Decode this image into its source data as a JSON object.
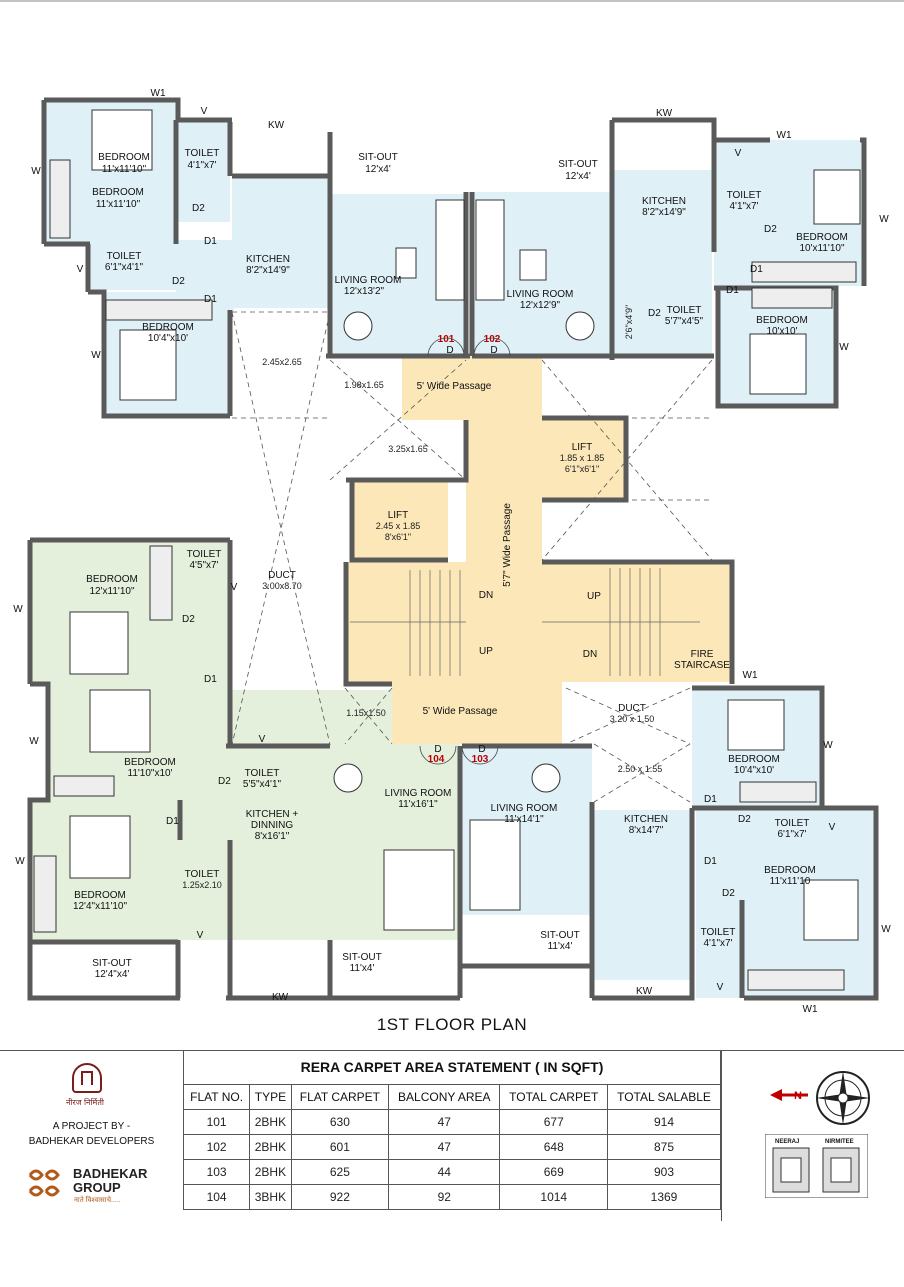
{
  "plan": {
    "title": "1ST FLOOR PLAN",
    "windows": {
      "w": "W",
      "w1": "W1",
      "v": "V",
      "kw": "KW"
    },
    "doors": {
      "d": "D",
      "d1": "D1",
      "d2": "D2"
    },
    "flat_101": {
      "no": "101",
      "bedroom_1": {
        "name": "BEDROOM",
        "size": "11'x11'10\""
      },
      "bedroom_2": {
        "name": "BEDROOM",
        "size": "10'4\"x10'"
      },
      "toilet_1": {
        "name": "TOILET",
        "size": "4'1\"x7'"
      },
      "toilet_2": {
        "name": "TOILET",
        "size": "6'1\"x4'1\""
      },
      "kitchen": {
        "name": "KITCHEN",
        "size": "8'2\"x14'9\""
      },
      "sitout": {
        "name": "SIT-OUT",
        "size": "12'x4'"
      },
      "living": {
        "name": "LIVING ROOM",
        "size": "12'x13'2\""
      }
    },
    "flat_102": {
      "no": "102",
      "sitout": {
        "name": "SIT-OUT",
        "size": "12'x4'"
      },
      "living": {
        "name": "LIVING ROOM",
        "size": "12'x12'9\""
      },
      "kitchen": {
        "name": "KITCHEN",
        "size": "8'2\"x14'9\""
      },
      "toilet_1": {
        "name": "TOILET",
        "size": "4'1\"x7'"
      },
      "toilet_2": {
        "name": "TOILET",
        "size": "5'7\"x4'5\""
      },
      "toilet_2_alt": "2'6\"x4'9\"",
      "bedroom_1": {
        "name": "BEDROOM",
        "size": "10'x11'10\""
      },
      "bedroom_2": {
        "name": "BEDROOM",
        "size": "10'x10'"
      }
    },
    "flat_103": {
      "no": "103",
      "living": {
        "name": "LIVING ROOM",
        "size": "11'x14'1\""
      },
      "sitout": {
        "name": "SIT-OUT",
        "size": "11'x4'"
      },
      "kitchen": {
        "name": "KITCHEN",
        "size": "8'x14'7\""
      },
      "bedroom_1": {
        "name": "BEDROOM",
        "size": "10'4\"x10'"
      },
      "bedroom_2": {
        "name": "BEDROOM",
        "size": "11'x11'10"
      },
      "toilet_1": {
        "name": "TOILET",
        "size": "6'1\"x7'"
      },
      "toilet_2": {
        "name": "TOILET",
        "size": "4'1\"x7'"
      }
    },
    "flat_104": {
      "no": "104",
      "bedroom_1": {
        "name": "BEDROOM",
        "size": "12'x11'10\""
      },
      "bedroom_2": {
        "name": "BEDROOM",
        "size": "11'10\"x10'"
      },
      "bedroom_3": {
        "name": "BEDROOM",
        "size": "12'4\"x11'10\""
      },
      "toilet_1": {
        "name": "TOILET",
        "size": "4'5\"x7'"
      },
      "toilet_2": {
        "name": "TOILET",
        "size": "5'5\"x4'1\""
      },
      "toilet_3": {
        "name": "TOILET",
        "size": "1.25x2.10"
      },
      "sitout_1": {
        "name": "SIT-OUT",
        "size": "12'4\"x4'"
      },
      "sitout_2": {
        "name": "SIT-OUT",
        "size": "11'x4'"
      },
      "kitchen": {
        "name": "KITCHEN +",
        "name2": "DINNING",
        "size": "8'x16'1\""
      },
      "living": {
        "name": "LIVING ROOM",
        "size": "11'x16'1\""
      }
    },
    "common": {
      "dim_245_265": "2.45x2.65",
      "dim_198_165": "1.98x1.65",
      "dim_325_165": "3.25x1.65",
      "passage_top": "5' Wide Passage",
      "passage_bottom": "5' Wide Passage",
      "passage_vertical": "5'7\" Wide Passage",
      "lift_right": {
        "name": "LIFT",
        "size": "1.85 x 1.85",
        "size_ft": "6'1\"x6'1\""
      },
      "lift_left": {
        "name": "LIFT",
        "size": "2.45 x 1.85",
        "size_ft": "8'x6'1\""
      },
      "duct_main": {
        "name": "DUCT",
        "size": "3.00x8.70"
      },
      "duct_right": {
        "name": "DUCT",
        "size": "3.20 x 1.50"
      },
      "dim_115_150": "1.15x1.50",
      "dim_250_155": "2.50 x 1.55",
      "dn": "DN",
      "up": "UP",
      "fire_1": "FIRE",
      "fire_2": "STAIRCASE"
    },
    "colors": {
      "blue": "#dff0f7",
      "green": "#e4efdc",
      "core": "#fbe7b8",
      "wall": "#5a5a5a"
    }
  },
  "titleblock": {
    "logo_caption": "नीरज निर्मिती",
    "project_by": "A PROJECT BY -",
    "developer": "BADHEKAR DEVELOPERS",
    "group_name_1": "BADHEKAR",
    "group_name_2": "GROUP",
    "group_tag": "नाते विश्वासाचे.....",
    "rera_title": "RERA CARPET AREA STATEMENT  ( IN SQFT)",
    "columns": [
      "FLAT NO.",
      "TYPE",
      "FLAT CARPET",
      "BALCONY AREA",
      "TOTAL CARPET",
      "TOTAL SALABLE"
    ],
    "rows": [
      [
        "101",
        "2BHK",
        "630",
        "47",
        "677",
        "914"
      ],
      [
        "102",
        "2BHK",
        "601",
        "47",
        "648",
        "875"
      ],
      [
        "103",
        "2BHK",
        "625",
        "44",
        "669",
        "903"
      ],
      [
        "104",
        "3BHK",
        "922",
        "92",
        "1014",
        "1369"
      ]
    ],
    "compass_label": "N",
    "key_left": "NEERAJ",
    "key_right": "NIRMITEE"
  }
}
